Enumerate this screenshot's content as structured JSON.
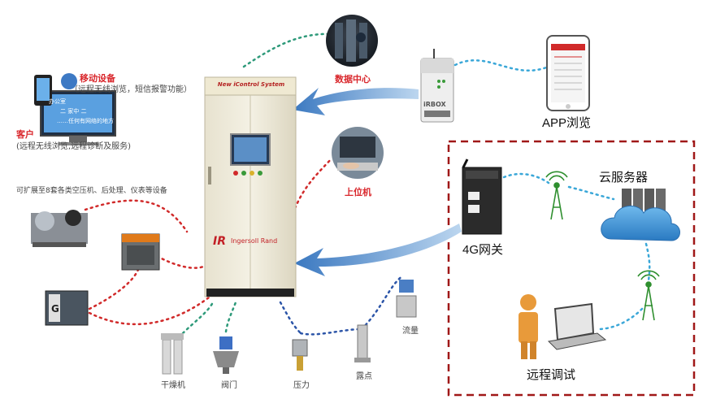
{
  "cabinet": {
    "title": "New iControl System",
    "brand": "Ingersoll Rand",
    "brand_mark": "IR"
  },
  "labels": {
    "data_center": "数据中心",
    "upper_computer": "上位机",
    "mobile_device": "移动设备",
    "mobile_desc": "（远程无线浏览，短信报警功能）",
    "client": "客户",
    "client_desc": "(远程无线浏览,远程诊断及服务)",
    "expand": "可扩展至8套各类空压机、后处理、仪表等设备",
    "app": "APP浏览",
    "cloud": "云服务器",
    "gateway": "4G网关",
    "remote_debug": "远程调试",
    "dryer": "干燥机",
    "valve": "阀门",
    "pressure": "压力",
    "dew_point": "露点",
    "flow": "流量"
  },
  "screen_text": {
    "line1": "办公室",
    "line2": "二 家中 二",
    "line3": "……任何有网络的地方"
  },
  "router_brand": "iRBOX",
  "colors": {
    "accent_red": "#d9262b",
    "arrow_blue": "#3a78c0",
    "dashed_green": "#2e9a7a",
    "dashed_red": "#d12a2a",
    "dashed_blue": "#2c55a8",
    "dashed_teal": "#3aa7d8",
    "box_border": "#a01818"
  }
}
